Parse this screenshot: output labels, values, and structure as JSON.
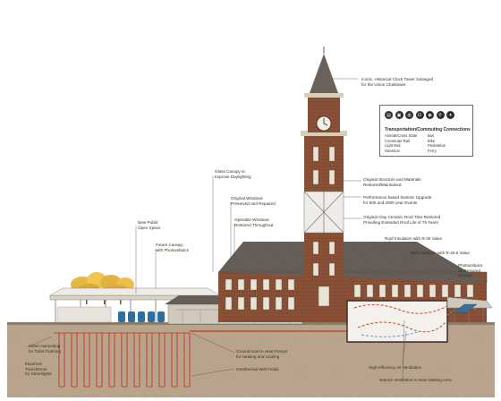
{
  "labels": {
    "clock": "Iconic, Historical Clock Tower Salvaged\nfor the Union Chaldower",
    "original_structure": "Original Structure and Materials\nRestored/Maintained",
    "seismic": "Performance based Seismic Upgrade\nfor 500 and 2500 year Events",
    "clay_roof": "Original Clay Ceramic Roof Tiles Restored\nProviding Extended Roof Life of 75 Years",
    "roof_insulation": "Roof Insulation with R-30 Value",
    "wall_insulation": "Wall Insulation with R-25.6 Value",
    "photovoltaics_canopy": "Photovoltaics\non Restored\nCanopy",
    "glass_canopy": "Glass Canopy to\nImprove Daylighting",
    "windows_preserved": "Original Windows\nPreserved and Repaired",
    "operable_windows": "Operable Windows\nRestored Throughout",
    "open_space": "New Public\nOpen Space",
    "future_canopy": "Future Canopy\nwith Photovoltaics",
    "water_harvesting": "Water Harvesting\nfor Toilet Flushing",
    "electrical": "Electrical\nTransformer\nfor Streetlights",
    "heat_pumps": "Ground-source Heat Pumps\nfor Heating and Cooling",
    "geothermal": "Geothermal Well Fields",
    "high_efficiency": "High-efficiency Air Ventilation",
    "natural_ventilation": "Natural Ventilation in Main Waiting Area"
  },
  "legend": {
    "title": "Transportation/Commuting Connections",
    "icons": [
      "train-icon",
      "bus-icon",
      "light-rail-icon",
      "streetcar-icon",
      "car-icon",
      "bike-icon",
      "pedestrian-icon"
    ],
    "glyphs": [
      "▤",
      "▣",
      "◍",
      "⊡",
      "◉",
      "⚲",
      "✦"
    ],
    "items": [
      "Amtrak/Cross State",
      "Bus",
      "Commuter Rail",
      "Bike",
      "Light Rail",
      "Pedestrian",
      "Streetcar",
      "Ferry"
    ]
  },
  "colors": {
    "brick": "#8b5237",
    "roof": "#6a625b",
    "ground": "#b9a58d",
    "pipe": "#c24a2c",
    "tree": "#e6b843",
    "glass": "#2e6fa3"
  }
}
